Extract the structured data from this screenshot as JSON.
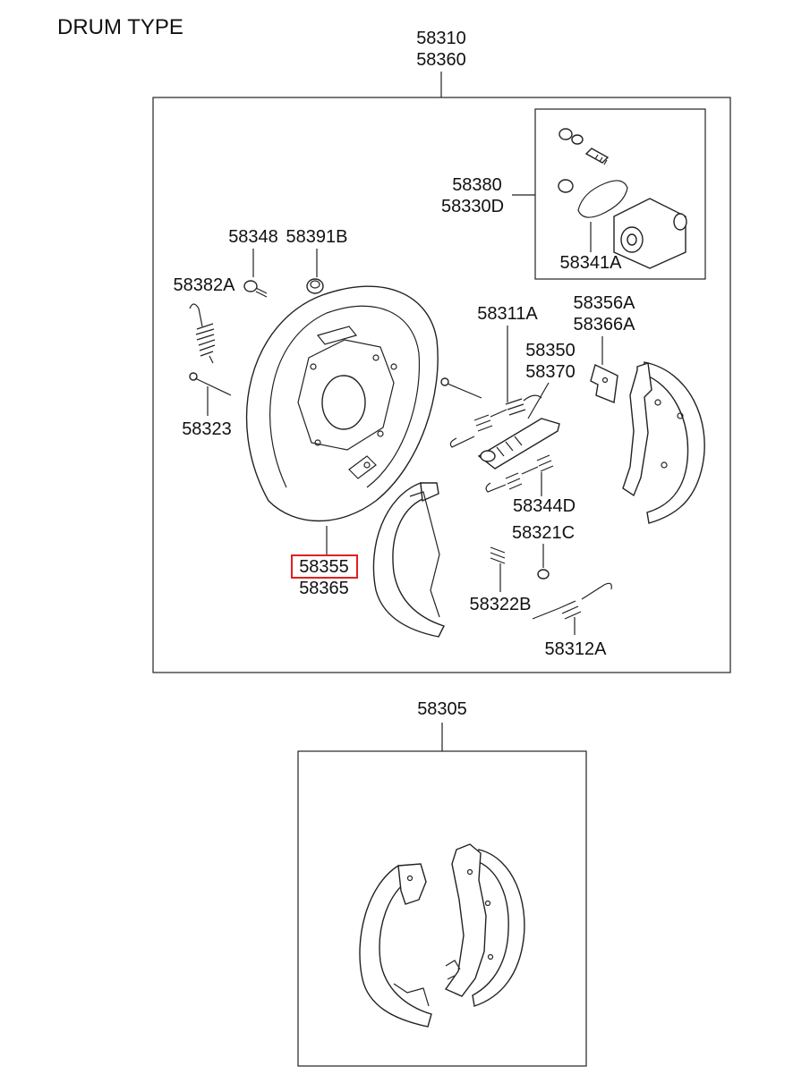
{
  "title": "DRUM TYPE",
  "assembly": {
    "code_1": "58310",
    "code_2": "58360"
  },
  "kit": {
    "code": "58305"
  },
  "parts": {
    "p58380": "58380",
    "p58330D": "58330D",
    "p58341A": "58341A",
    "p58348": "58348",
    "p58391B": "58391B",
    "p58382A": "58382A",
    "p58323": "58323",
    "p58311A": "58311A",
    "p58356A": "58356A",
    "p58366A": "58366A",
    "p58350": "58350",
    "p58370": "58370",
    "p58344D": "58344D",
    "p58321C": "58321C",
    "p58322B": "58322B",
    "p58312A": "58312A",
    "p58355": "58355",
    "p58365": "58365"
  },
  "highlight": {
    "part": "58355",
    "color": "#e02020"
  }
}
